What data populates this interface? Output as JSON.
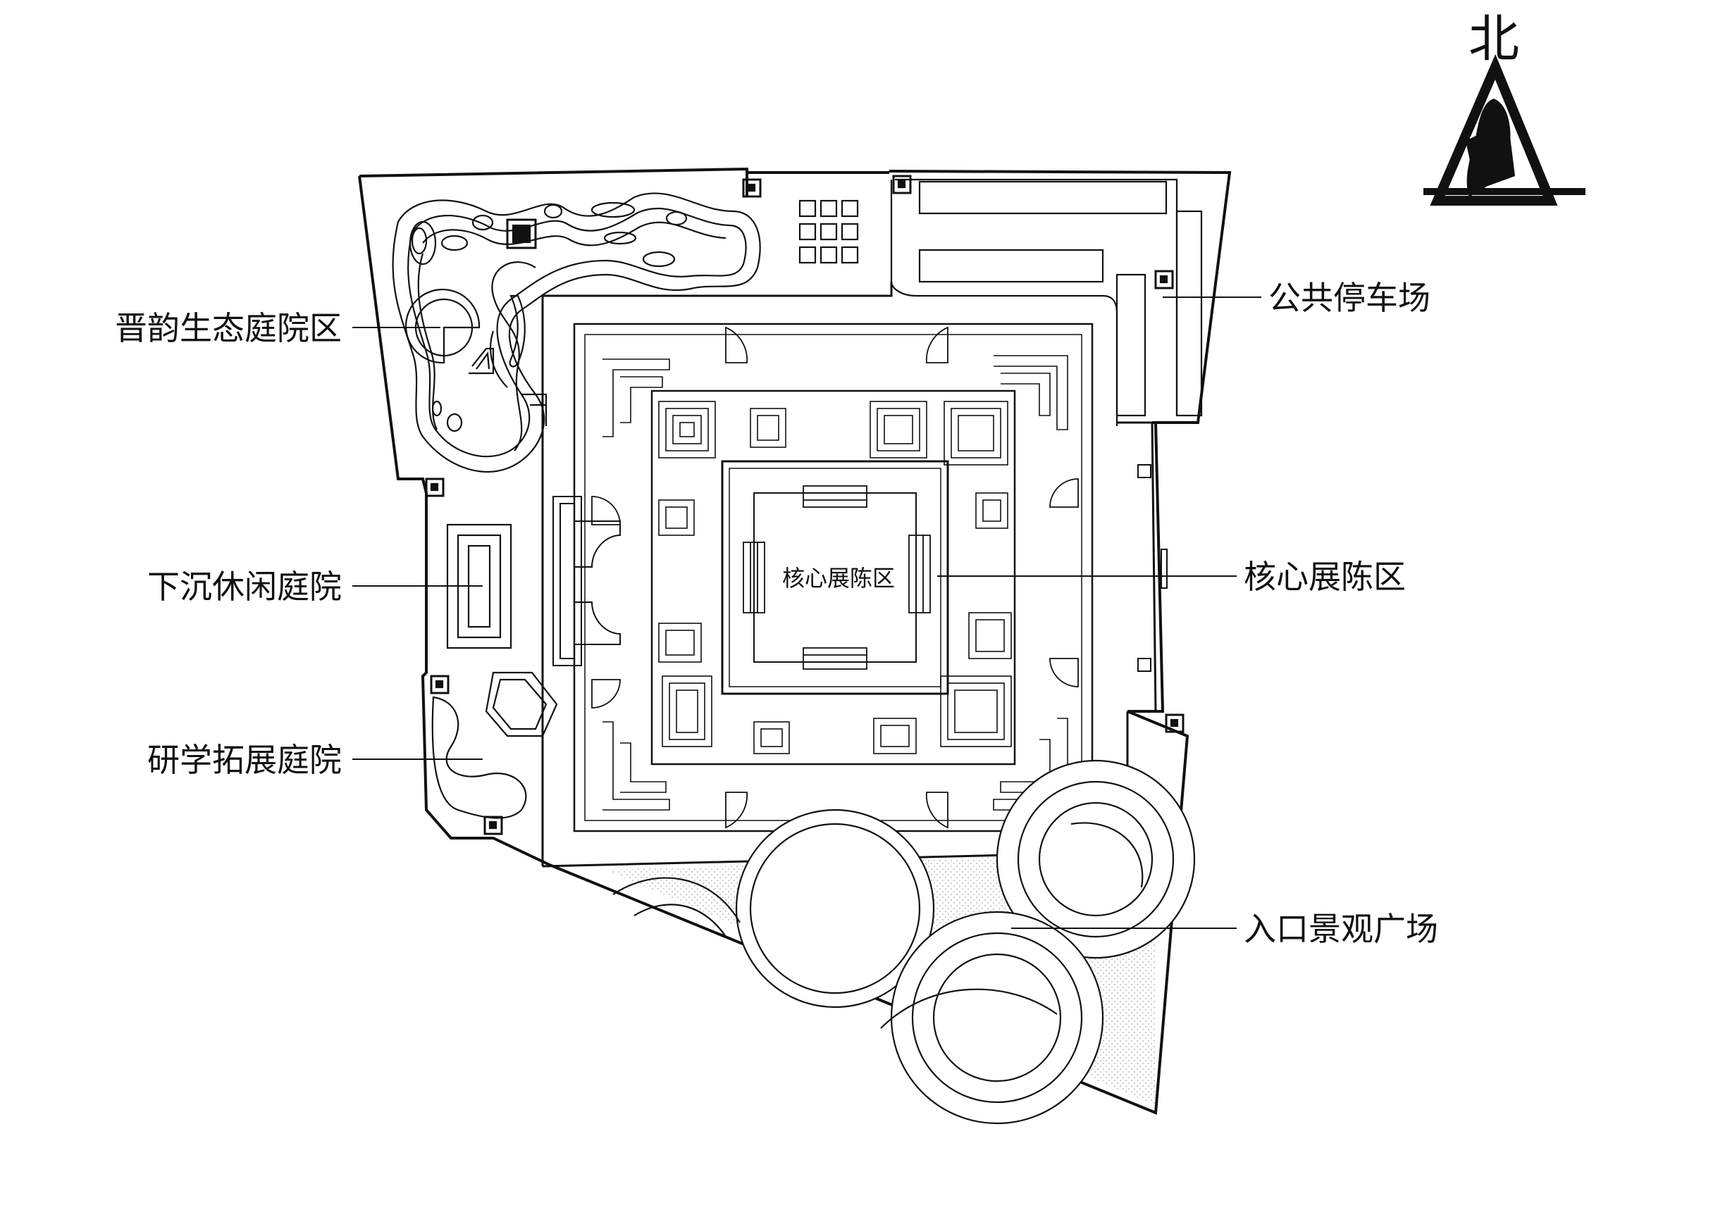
{
  "compass": {
    "label": "北",
    "icon": "north-arrow-icon"
  },
  "zones": {
    "ecology_courtyard": "晋韵生态庭院区",
    "sunken_courtyard": "下沉休闲庭院",
    "study_courtyard": "研学拓展庭院",
    "public_parking": "公共停车场",
    "core_exhibition": "核心展陈区",
    "entrance_plaza": "入口景观广场"
  },
  "center_label": "核心展陈区",
  "colors": {
    "ink": "#111111",
    "paper": "#ffffff",
    "stipple": "#bbbbbb"
  }
}
